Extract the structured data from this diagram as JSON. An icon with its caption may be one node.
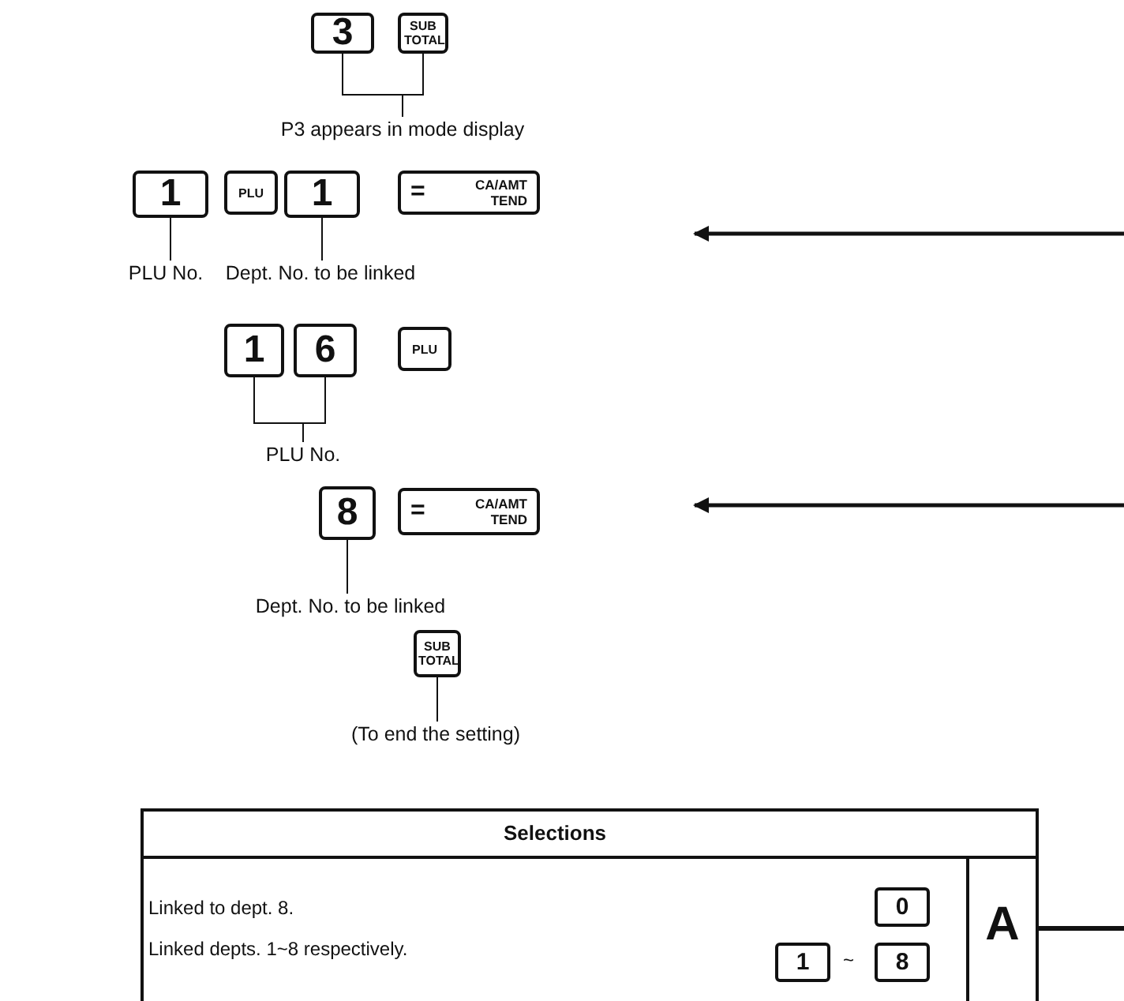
{
  "diagram": {
    "nodes": [
      {
        "text": [
          "3"
        ]
      },
      {
        "text": [
          "SUB TOTAL"
        ]
      },
      {
        "text": [
          "P3 appears in mode display"
        ]
      },
      {
        "text": [
          "1"
        ]
      },
      {
        "text": [
          "PLU"
        ]
      },
      {
        "text": [
          "1"
        ]
      },
      {
        "text": [
          "=",
          "CA/AMT TEND"
        ]
      },
      {
        "text": [
          "PLU No."
        ]
      },
      {
        "text": [
          "Dept. No. to be linked"
        ]
      },
      {
        "text": [
          "1"
        ]
      },
      {
        "text": [
          "6"
        ]
      },
      {
        "text": [
          "PLU"
        ]
      },
      {
        "text": [
          "PLU No."
        ]
      },
      {
        "text": [
          "8"
        ]
      },
      {
        "text": [
          "=",
          "CA/AMT TEND"
        ]
      },
      {
        "text": [
          "Dept. No. to be linked"
        ]
      },
      {
        "text": [
          "SUB TOTAL"
        ]
      },
      {
        "text": [
          "(To end the setting)"
        ]
      },
      {
        "text": [
          "A"
        ]
      }
    ],
    "edges": [
      {
        "from": 2,
        "to": 0,
        "arrow": "none"
      },
      {
        "from": 2,
        "to": 1,
        "arrow": "none"
      },
      {
        "from": 7,
        "to": 3,
        "arrow": "none"
      },
      {
        "from": 8,
        "to": 5,
        "arrow": "none"
      },
      {
        "from": 12,
        "to": 9,
        "arrow": "none"
      },
      {
        "from": 12,
        "to": 10,
        "arrow": "none"
      },
      {
        "from": 15,
        "to": 13,
        "arrow": "none"
      },
      {
        "from": 17,
        "to": 16,
        "arrow": "none"
      },
      {
        "from": 18,
        "to": null,
        "arrow": "none",
        "style": "thick"
      }
    ],
    "labels": [
      "Selections",
      "Linked to dept. 8.",
      "0",
      "Linked depts. 1~8 respectively.",
      "1",
      "~",
      "8"
    ]
  }
}
